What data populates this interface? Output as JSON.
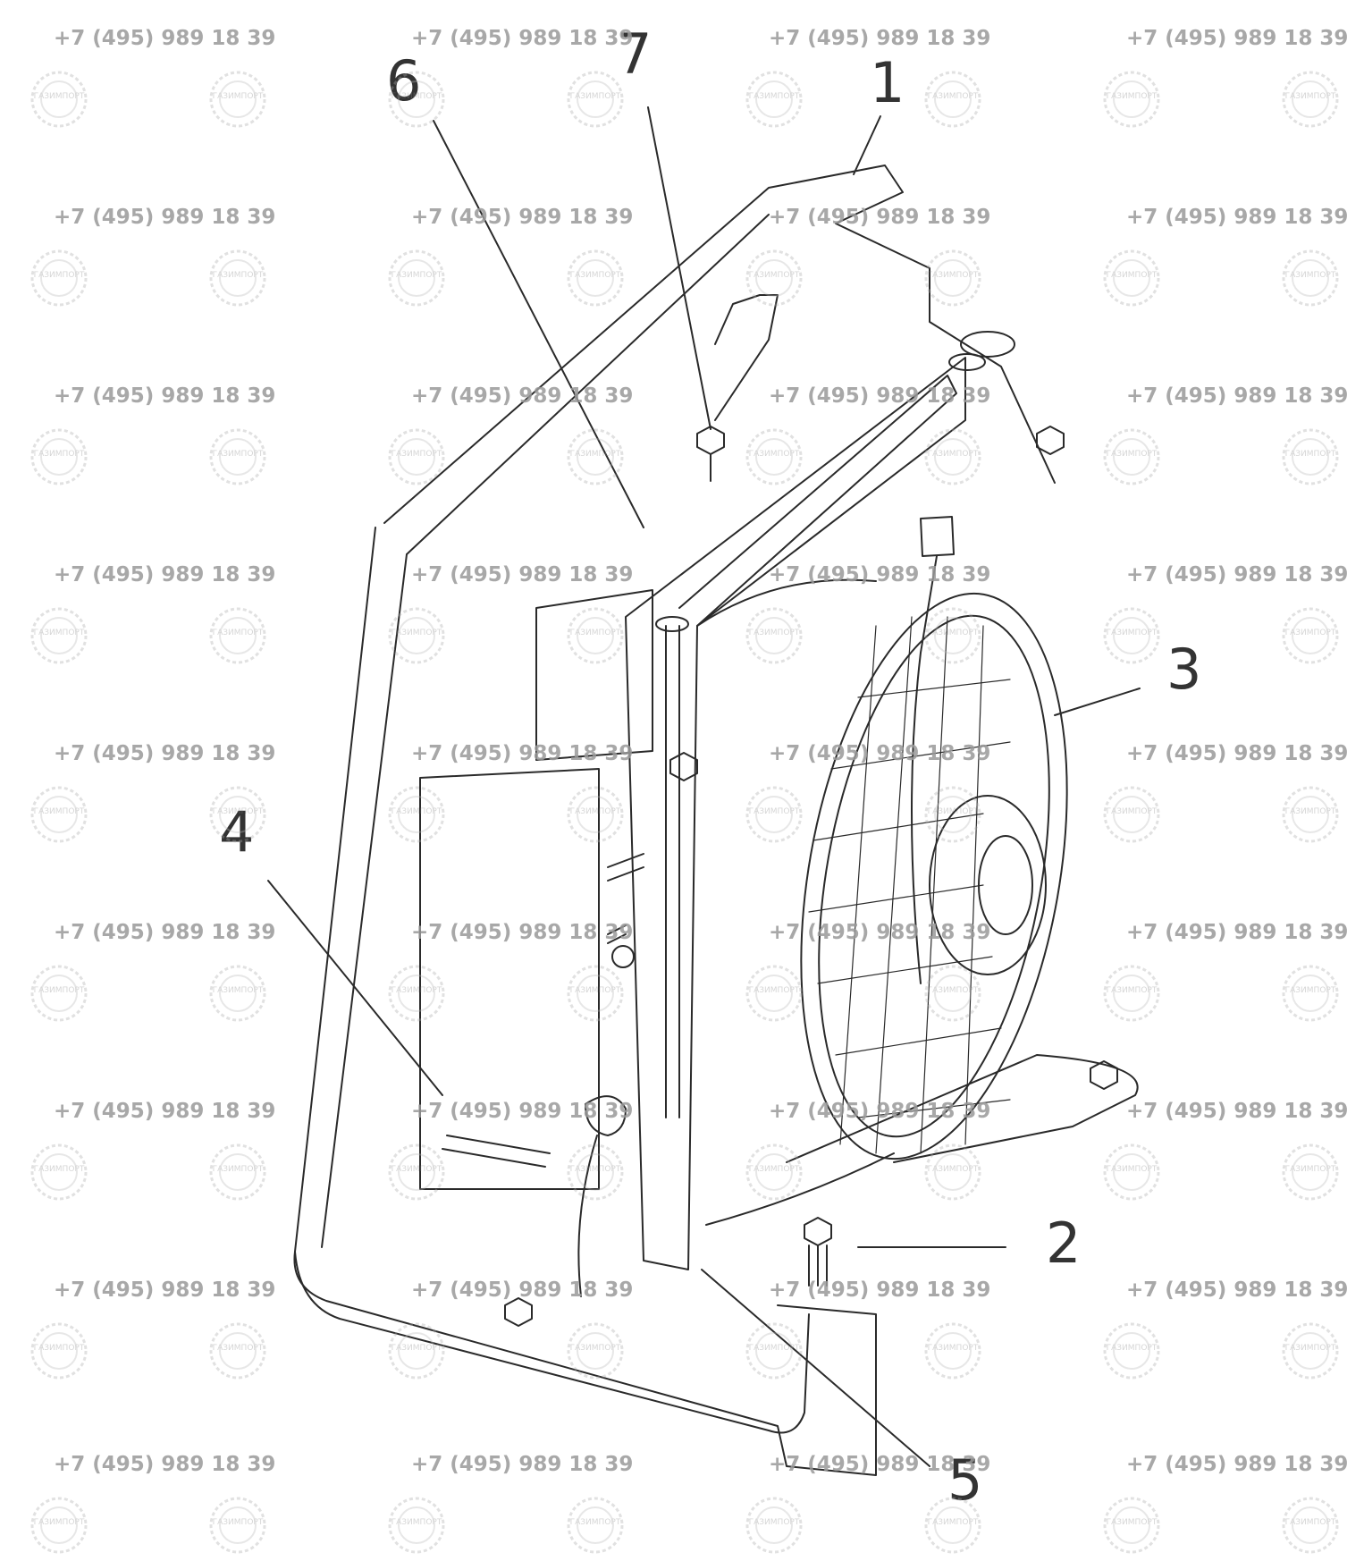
{
  "watermark": {
    "phone": "+7 (495) 989 18 39",
    "logo_text": "ГАЗИМПОРТ",
    "color": "#9a9a9a"
  },
  "callouts": {
    "c1": "1",
    "c2": "2",
    "c3": "3",
    "c4": "4",
    "c5": "5",
    "c6": "6",
    "c7": "7"
  },
  "drawing": {
    "line_color": "#2a2a2a",
    "icon": "radiator-fan-assembly-drawing"
  }
}
